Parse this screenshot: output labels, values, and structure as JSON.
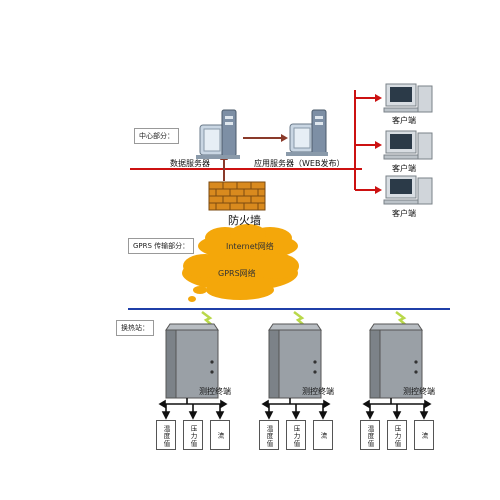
{
  "center": {
    "section_label": "中心部分：",
    "data_server": "数据服务器",
    "app_server": "应用服务器（WEB发布）",
    "firewall": "防火墙"
  },
  "clients": [
    {
      "label": "客户端"
    },
    {
      "label": "客户端"
    },
    {
      "label": "客户端"
    }
  ],
  "transport": {
    "section_label": "GPRS 传输部分：",
    "internet": "Internet网络",
    "gprs": "GPRS网络"
  },
  "station": {
    "section_label": "换热站：",
    "terminals": [
      {
        "label": "测控终端",
        "sensors": [
          "温度值",
          "压力值",
          "流"
        ]
      },
      {
        "label": "测控终端",
        "sensors": [
          "温度值",
          "压力值",
          "流"
        ]
      },
      {
        "label": "测控终端",
        "sensors": [
          "温度值",
          "压力值",
          "流"
        ]
      }
    ]
  },
  "colors": {
    "red_line": "#cc1111",
    "blue_line": "#1f3fa8",
    "firewall": "#d98a1e",
    "cloud": "#f4a70a",
    "cabinet": "#9aa0a6"
  }
}
